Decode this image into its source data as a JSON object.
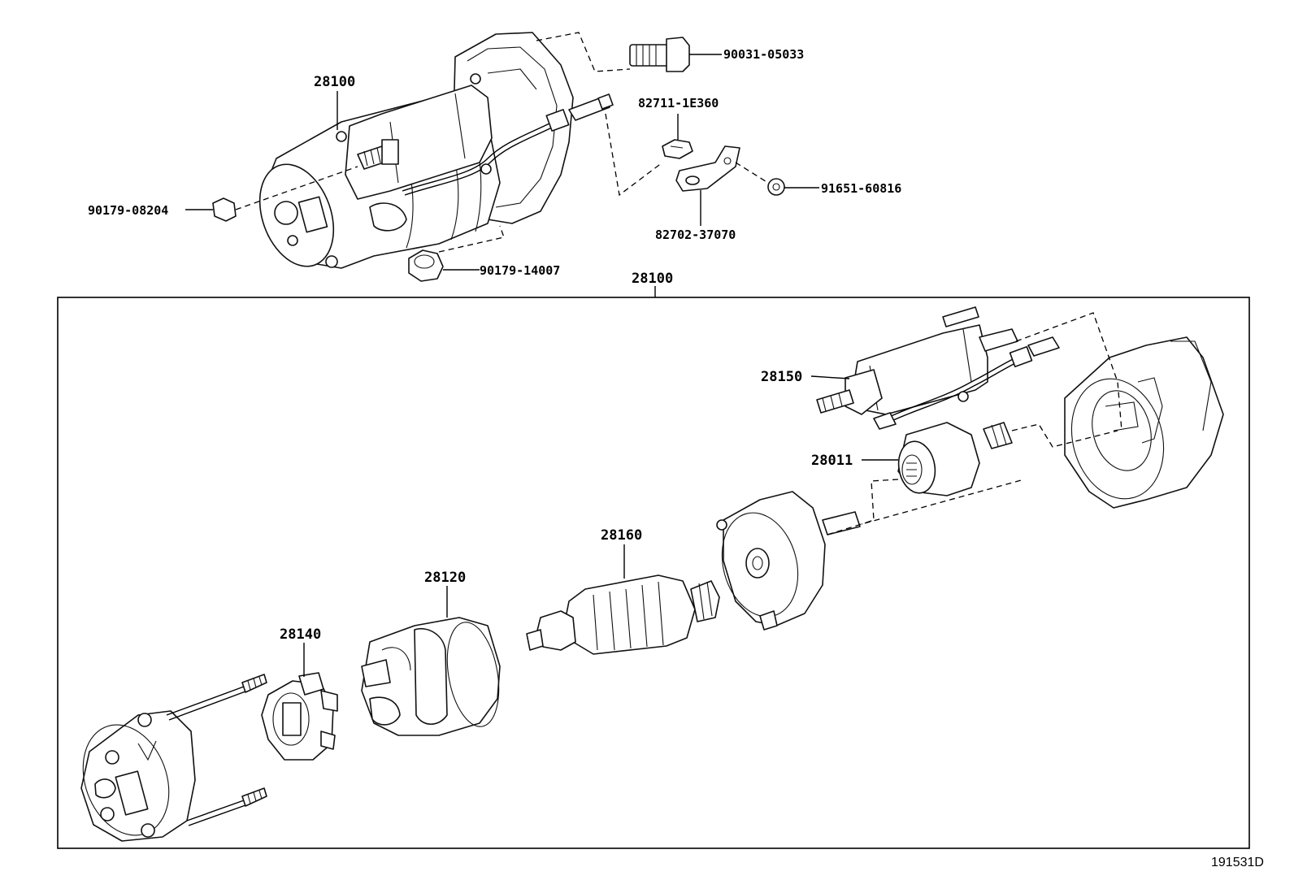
{
  "callouts": {
    "starter_top": "28100",
    "bolt": "90031-05033",
    "clip": "82711-1E360",
    "nut_small": "90179-08204",
    "plate": "82702-37070",
    "nut_right": "91651-60816",
    "nut_bottom": "90179-14007",
    "assembly_box": "28100",
    "solenoid": "28150",
    "clutch": "28011",
    "armature": "28160",
    "yoke": "28120",
    "brush_holder": "28140"
  },
  "diagram_ref": "191531D"
}
